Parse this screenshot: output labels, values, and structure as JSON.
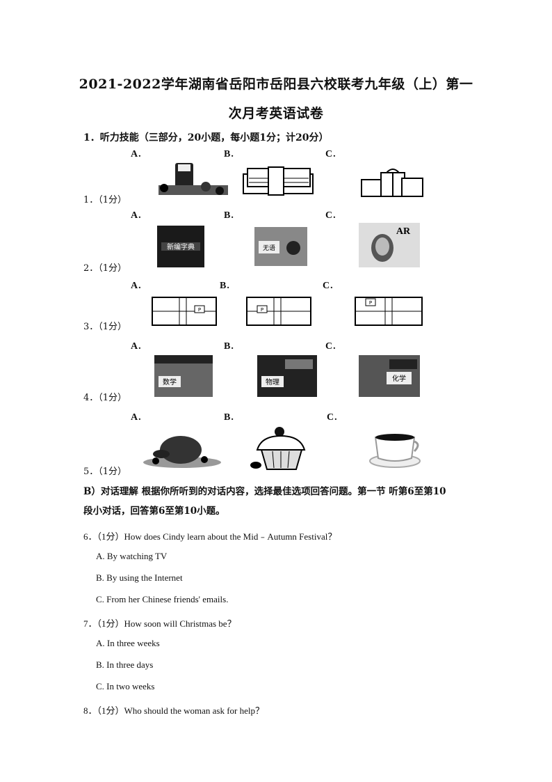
{
  "title_line1": "2021-2022学年湖南省岳阳市岳阳县六校联考九年级（上）第一",
  "title_line2": "次月考英语试卷",
  "section1": "1．听力技能（三部分，20小题，每小题1分；计20分）",
  "options": {
    "a": "A.",
    "b": "B.",
    "c": "C."
  },
  "picture_questions": [
    {
      "num": "1．（1分）"
    },
    {
      "num": "2．（1分）",
      "book_a": "新编字典",
      "book_b": "无语",
      "mag_c": "AR"
    },
    {
      "num": "3．（1分）",
      "map_marker": "P"
    },
    {
      "num": "4．（1分）",
      "book_a": "数学",
      "book_b": "物理",
      "book_c": "化学"
    },
    {
      "num": "5．（1分）"
    }
  ],
  "section_b_line1": "B）对话理解 根据你所听到的对话内容，选择最佳选项回答问题。第一节 听第6至第10",
  "section_b_line2": "段小对话，回答第6至第10小题。",
  "questions": [
    {
      "prefix": "6．（1分）",
      "text": "How does Cindy learn about the Mid﹣Autumn Festival？",
      "choices": [
        "A. By watching TV",
        "B. By using the Internet",
        "C. From her Chinese friends' emails."
      ]
    },
    {
      "prefix": "7．（1分）",
      "text": "How soon will Christmas be？",
      "choices": [
        "A. In three weeks",
        "B. In three days",
        "C. In two weeks"
      ]
    },
    {
      "prefix": "8．（1分）",
      "text": "Who should the woman ask for help？",
      "choices": []
    }
  ]
}
